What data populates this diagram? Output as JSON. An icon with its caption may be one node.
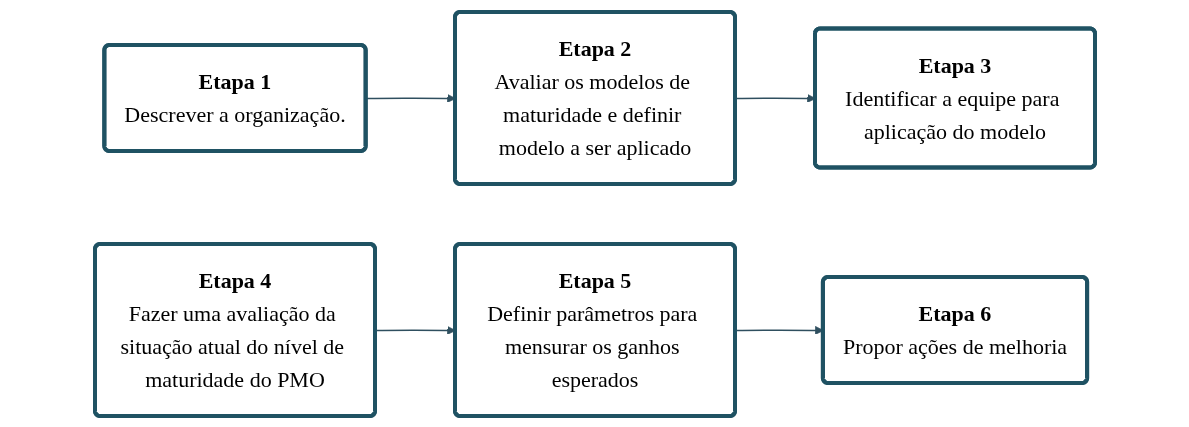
{
  "diagram": {
    "nodes": [
      {
        "text": [
          "Etapa 1",
          "Descrever a organização."
        ]
      },
      {
        "text": [
          "Etapa 2",
          "Avaliar os modelos de maturidade e definir modelo a ser aplicado"
        ]
      },
      {
        "text": [
          "Etapa 3",
          "Identificar a equipe para aplicação do modelo"
        ]
      },
      {
        "text": [
          "Etapa 4",
          "Fazer uma avaliação da situação atual do nível de maturidade do PMO"
        ]
      },
      {
        "text": [
          "Etapa 5",
          "Definir parâmetros para mensurar os ganhos esperados"
        ]
      },
      {
        "text": [
          "Etapa 6",
          "Propor ações de melhoria"
        ]
      }
    ],
    "edges": [
      {
        "from": 0,
        "to": 1,
        "arrow": "to"
      },
      {
        "from": 1,
        "to": 2,
        "arrow": "to"
      },
      {
        "from": 3,
        "to": 4,
        "arrow": "to"
      },
      {
        "from": 4,
        "to": 5,
        "arrow": "to"
      }
    ]
  }
}
